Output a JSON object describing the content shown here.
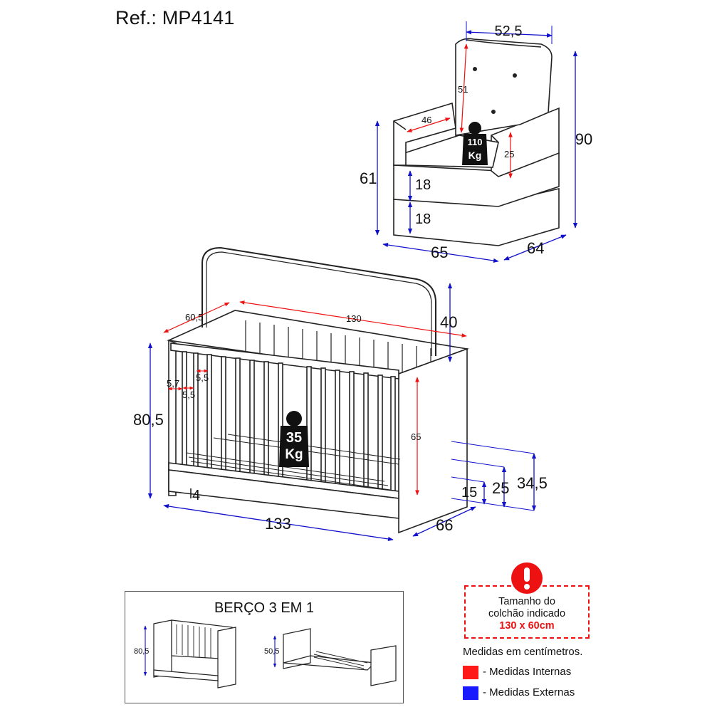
{
  "reference": "Ref.: MP4141",
  "armchair": {
    "width_top": "52,5",
    "backrest_height": "51",
    "seat_depth": "46",
    "armrest_height": "25",
    "height_total": "90",
    "height_arm": "61",
    "cushion_1": "18",
    "cushion_2": "18",
    "front_width": "65",
    "side_depth": "64",
    "weight_value": "110",
    "weight_unit": "Kg"
  },
  "crib": {
    "inner_depth": "60,5",
    "inner_length": "130",
    "headboard_height": "40",
    "total_height": "80,5",
    "slat_gap_1": "5,7",
    "slat_gap_2": "5,5",
    "slat_gap_3": "5,5",
    "inner_height": "65",
    "base_gap": "4",
    "total_length": "133",
    "total_depth": "66",
    "level_1": "15",
    "level_2": "25",
    "level_3": "34,5",
    "weight_value": "35",
    "weight_unit": "Kg"
  },
  "modes_panel": {
    "title": "BERÇO 3 EM 1",
    "crib_height": "80,5",
    "bed_height": "50,5"
  },
  "mattress_warning": {
    "line1": "Tamanho do",
    "line2": "colchão indicado",
    "size": "130 x 60cm"
  },
  "units_note": "Medidas em centímetros.",
  "legend": [
    {
      "label": "- Medidas Internas",
      "color": "#ff1a1a"
    },
    {
      "label": "- Medidas Externas",
      "color": "#1a1aff"
    }
  ],
  "colors": {
    "internal": "#ee1111",
    "external": "#1111cc",
    "line": "#222222"
  }
}
